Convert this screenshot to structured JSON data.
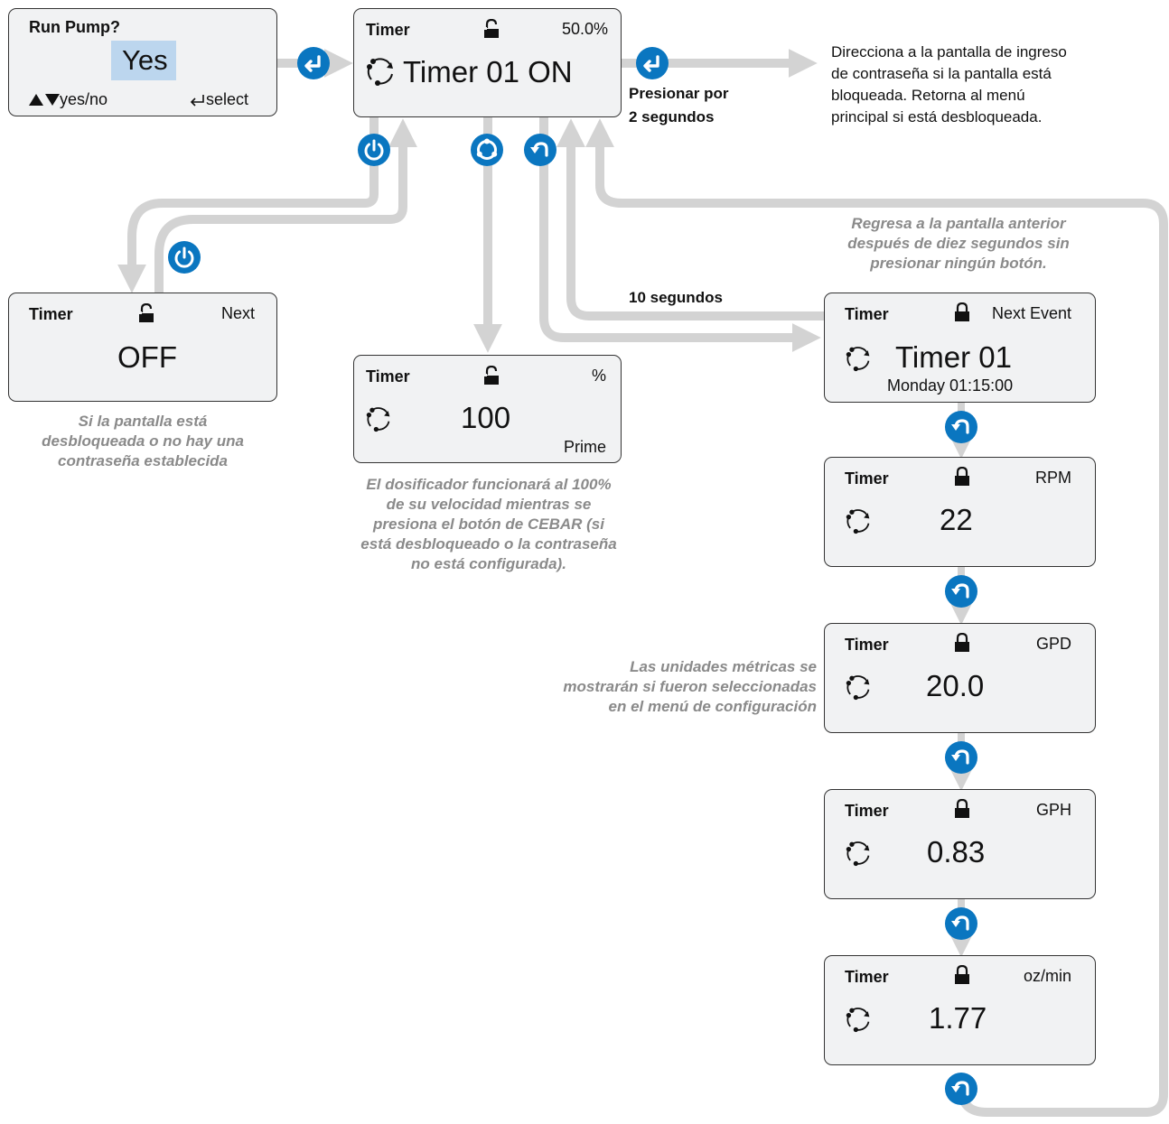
{
  "colors": {
    "accent": "#0a76c0",
    "lcd_bg": "#f1f2f3",
    "connector": "#d3d3d3",
    "note_text": "#8a8a8a"
  },
  "icons": [
    "enter-icon",
    "power-icon",
    "prime-icon",
    "scroll-back-icon",
    "lock-icon",
    "unlock-icon",
    "rotation-icon"
  ],
  "run_pump": {
    "title": "Run Pump?",
    "value": "Yes",
    "nav": "yes/no",
    "select": "select"
  },
  "main_screen": {
    "label": "Timer",
    "percent": "50.0%",
    "status": "Timer 01 ON"
  },
  "hold_label": [
    "Presionar por",
    "2 segundos"
  ],
  "hold_description": [
    "Direcciona a la pantalla de ingreso",
    "de contraseña si la pantalla está",
    "bloqueada. Retorna al menú",
    "principal si está desbloqueada."
  ],
  "off_screen": {
    "label": "Timer",
    "corner": "Next",
    "value": "OFF"
  },
  "off_note": [
    "Si la pantalla está",
    "desbloqueada o no hay una",
    "contraseña establecida"
  ],
  "prime_screen": {
    "label": "Timer",
    "corner": "%",
    "value": "100",
    "bottom": "Prime"
  },
  "prime_note": [
    "El dosificador funcionará al 100%",
    "de su velocidad mientras se",
    "presiona el botón de CEBAR (si",
    "está desbloqueado o la contraseña",
    "no está configurada)."
  ],
  "timeout_label": "10 segundos",
  "timeout_note": [
    "Regresa a la pantalla anterior",
    "después de diez segundos sin",
    "presionar ningún botón."
  ],
  "next_event_screen": {
    "label": "Timer",
    "corner": "Next Event",
    "value": "Timer 01",
    "sub": "Monday 01:15:00"
  },
  "rpm_screen": {
    "label": "Timer",
    "corner": "RPM",
    "value": "22"
  },
  "gpd_screen": {
    "label": "Timer",
    "corner": "GPD",
    "value": "20.0"
  },
  "gph_screen": {
    "label": "Timer",
    "corner": "GPH",
    "value": "0.83"
  },
  "ozmin_screen": {
    "label": "Timer",
    "corner": "oz/min",
    "value": "1.77"
  },
  "metric_note": [
    "Las unidades métricas se",
    "mostrarán si fueron seleccionadas",
    "en el menú de configuración"
  ]
}
